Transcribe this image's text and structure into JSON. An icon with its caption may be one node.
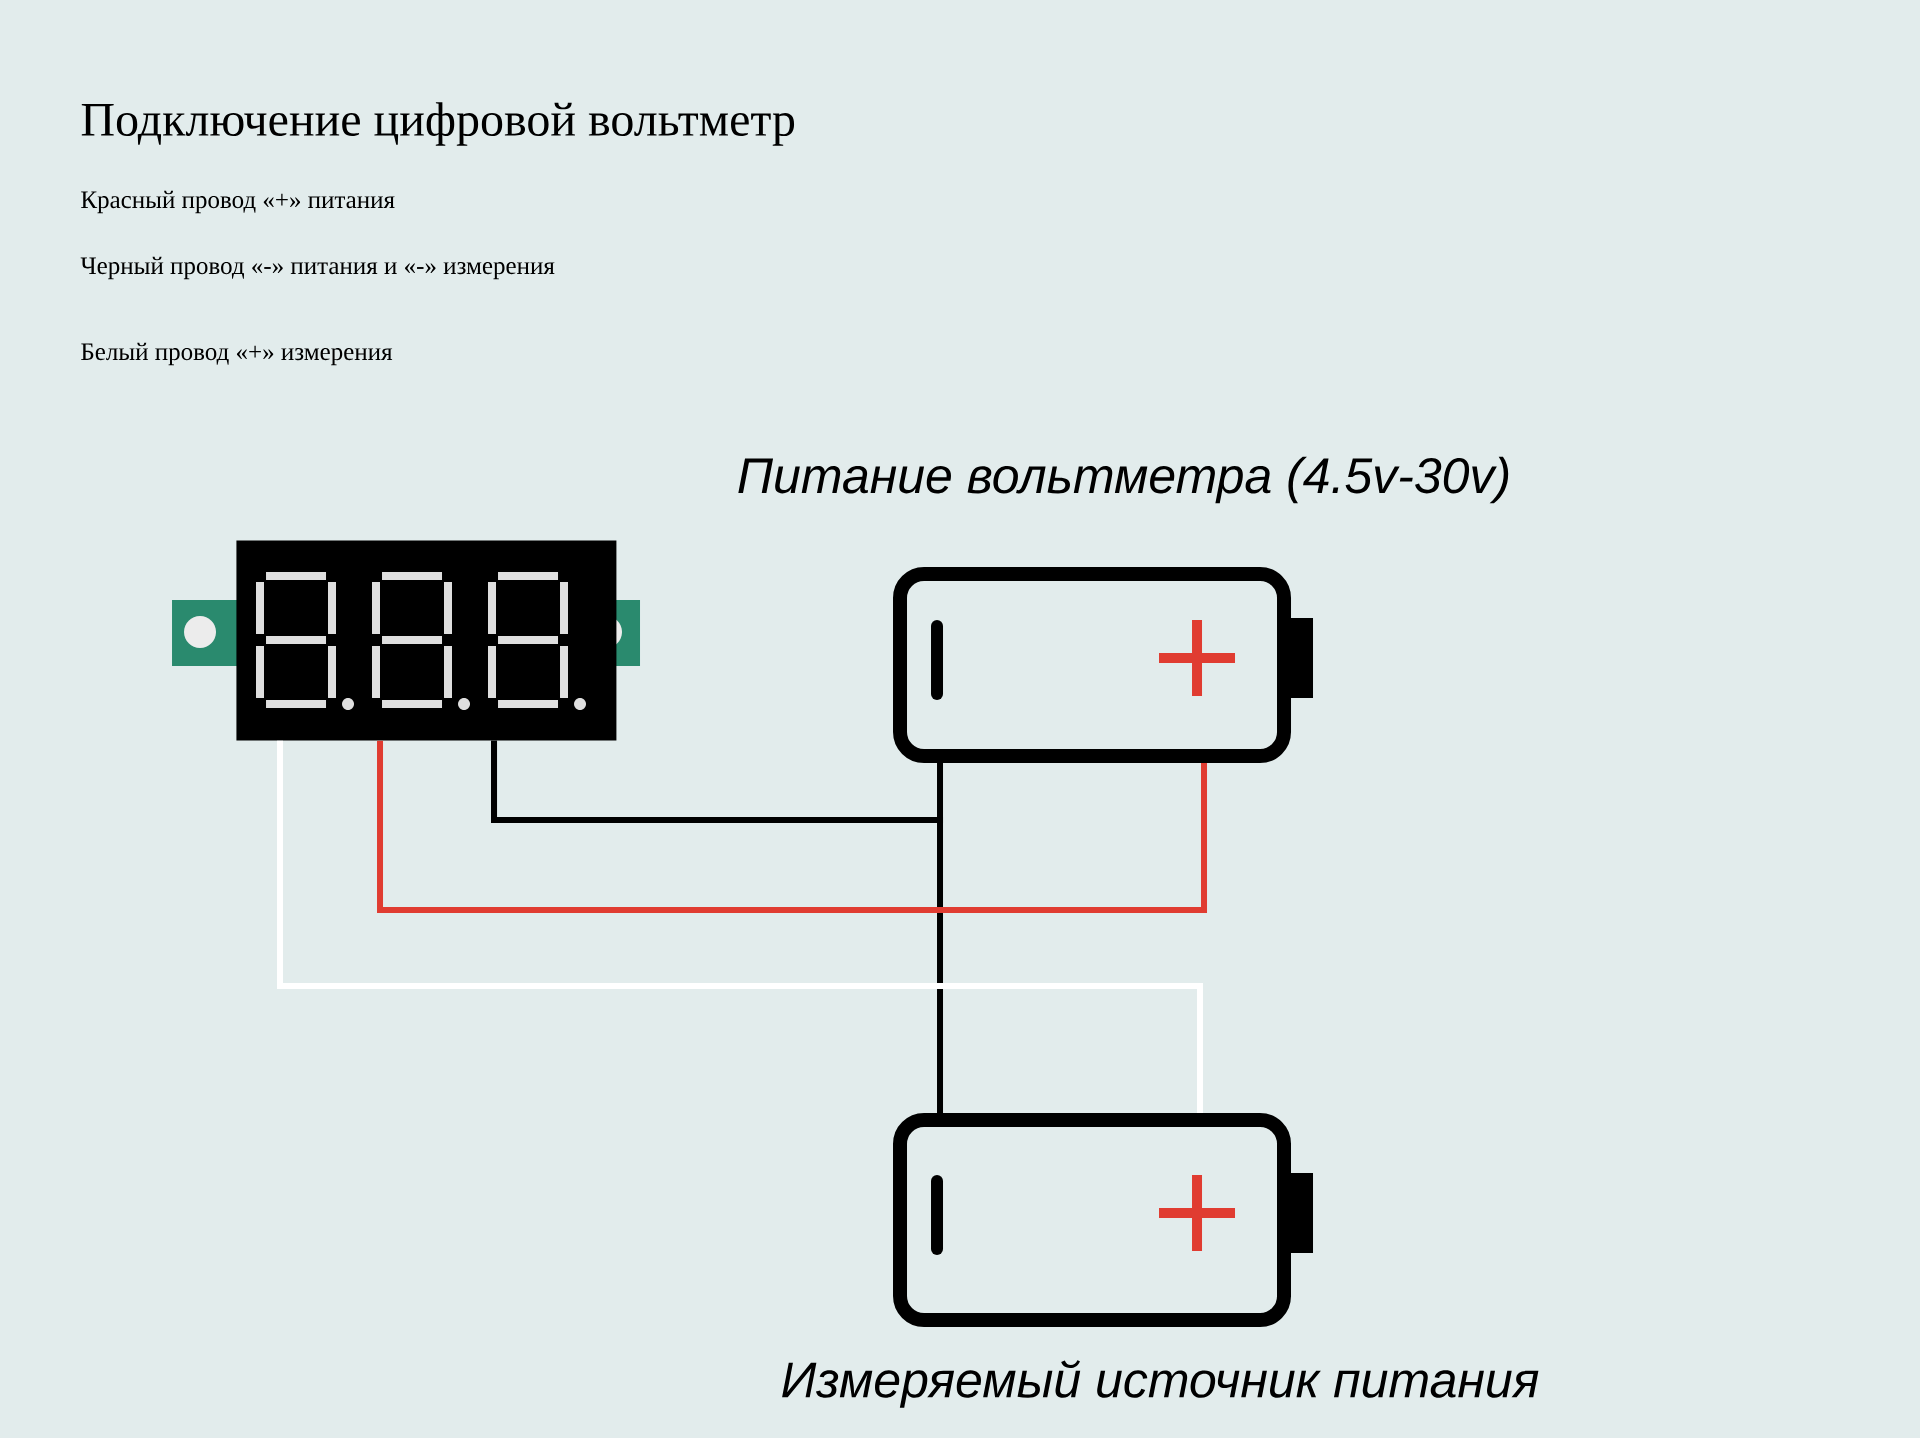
{
  "diagram": {
    "title": "Подключение цифровой вольтметр",
    "nodes": [
      {
        "text": [],
        "shape": "picture"
      },
      {
        "text": [
          "Питание вольтметра (4.5v-30v)"
        ]
      },
      {
        "text": [
          "Измеряемый источник питания"
        ]
      }
    ],
    "edges": [
      {
        "from": 0,
        "to": 1,
        "arrow": "none"
      },
      {
        "from": 0,
        "to": 2,
        "arrow": "none"
      },
      {
        "from": 0,
        "to": 1,
        "arrow": "none",
        "color": "#e03c31"
      },
      {
        "from": 0,
        "to": 2,
        "arrow": "none",
        "color": "#ffffff"
      }
    ],
    "labels": [
      "Красный провод «+» питания",
      "Черный провод «-» питания и «-» измерения",
      "Белый провод «+» измерения"
    ]
  }
}
